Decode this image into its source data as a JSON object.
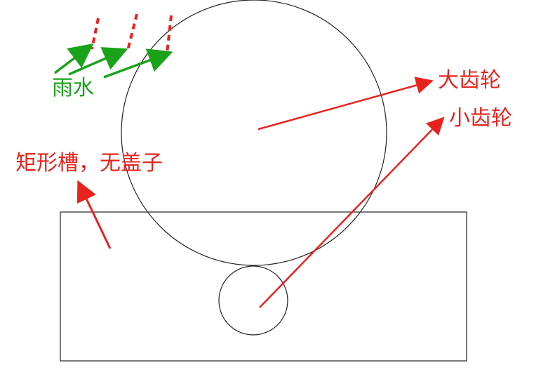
{
  "labels": {
    "large_gear": "大齿轮",
    "small_gear": "小齿轮",
    "rain": "雨水",
    "tank": "矩形槽，无盖子"
  },
  "colors": {
    "annotation_red": "#e8231e",
    "annotation_green": "#1aa31a",
    "outline": "#222222"
  }
}
